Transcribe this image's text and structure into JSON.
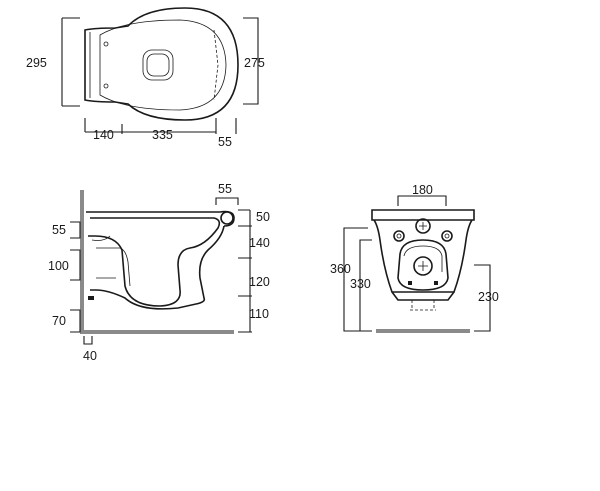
{
  "top_view": {
    "dim_left_height": "295",
    "dim_right_height": "275",
    "dim_bottom_left": "140",
    "dim_bottom_center": "335",
    "dim_bottom_right": "55"
  },
  "side_view": {
    "dim_top_rim": "55",
    "dim_left_1": "55",
    "dim_left_2": "100",
    "dim_left_3": "70",
    "dim_left_bottom": "40",
    "dim_right_1": "50",
    "dim_right_2": "140",
    "dim_right_3": "120",
    "dim_right_4": "110"
  },
  "rear_view": {
    "dim_top_width": "180",
    "dim_left_outer": "360",
    "dim_left_inner": "330",
    "dim_right": "230"
  },
  "colors": {
    "line": "#1a1a1a",
    "wall": "#8a8a8a"
  }
}
